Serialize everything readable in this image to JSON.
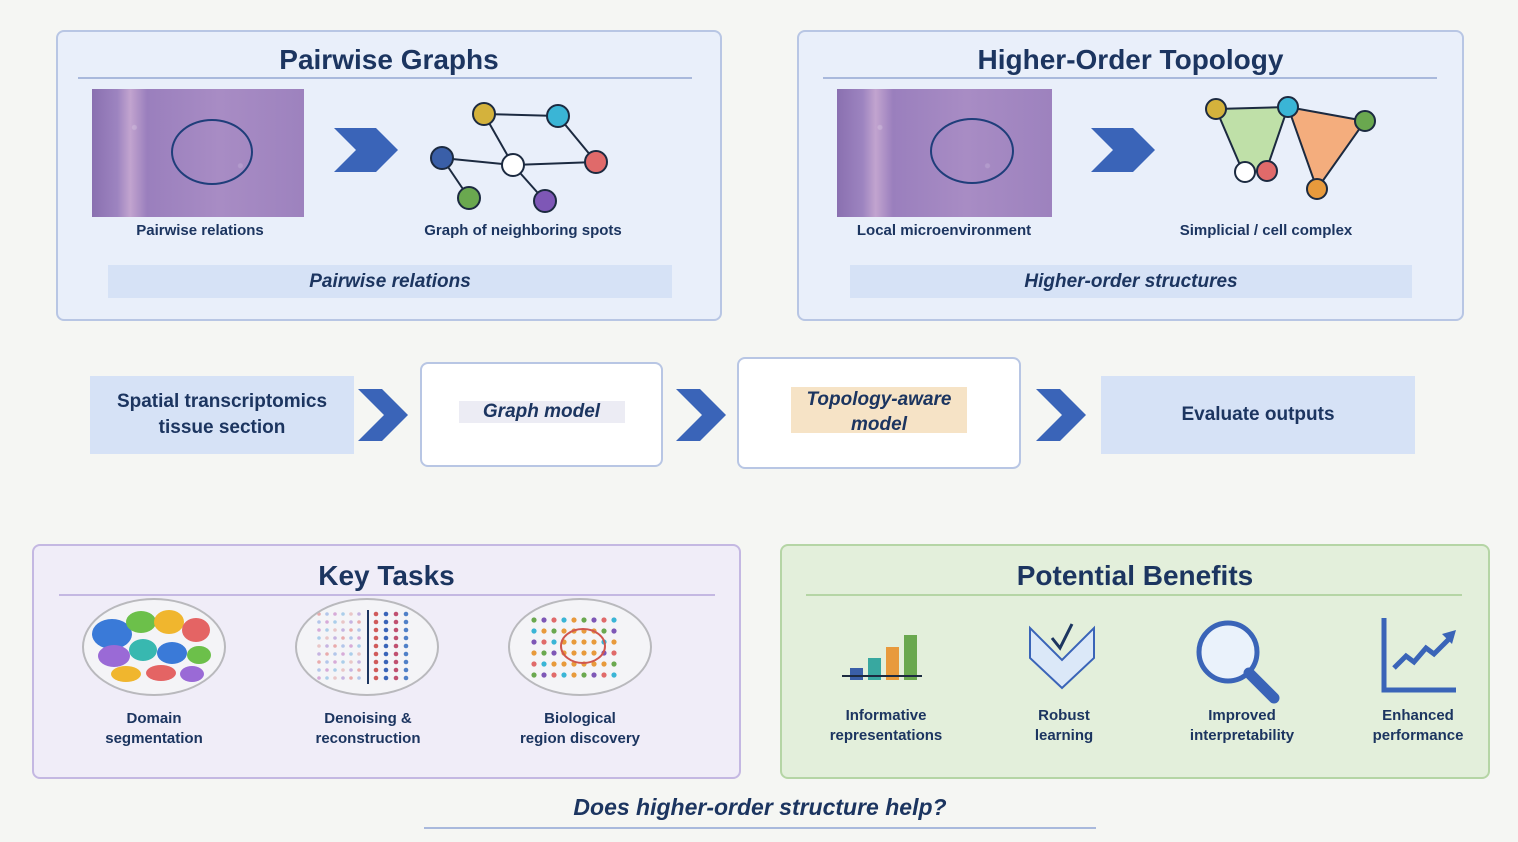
{
  "top_left": {
    "title": "Pairwise Graphs",
    "caption_left": "Pairwise relations",
    "caption_right": "Graph of neighboring spots",
    "band": "Pairwise relations"
  },
  "top_right": {
    "title": "Higher-Order Topology",
    "caption_left": "Local microenvironment",
    "caption_right": "Simplicial / cell complex",
    "band": "Higher-order structures"
  },
  "flow": {
    "step1_line1": "Spatial transcriptomics",
    "step1_line2": "tissue section",
    "step2": "Graph model",
    "step3_line1": "Topology-aware",
    "step3_line2": "model",
    "step4": "Evaluate outputs"
  },
  "tasks": {
    "title": "Key Tasks",
    "items": [
      {
        "line1": "Domain",
        "line2": "segmentation"
      },
      {
        "line1": "Denoising &",
        "line2": "reconstruction"
      },
      {
        "line1": "Biological",
        "line2": "region discovery"
      }
    ]
  },
  "benefits": {
    "title": "Potential Benefits",
    "items": [
      {
        "line1": "Informative",
        "line2": "representations",
        "icon": "bar-chart-icon"
      },
      {
        "line1": "Robust",
        "line2": "learning",
        "icon": "shield-check-icon"
      },
      {
        "line1": "Improved",
        "line2": "interpretability",
        "icon": "magnifier-icon"
      },
      {
        "line1": "Enhanced",
        "line2": "performance",
        "icon": "trend-chart-icon"
      }
    ]
  },
  "footer": {
    "question": "Does higher-order structure help?"
  },
  "colors": {
    "navy": "#1c3560",
    "arrow": "#3a64b8",
    "panel_blue": "#e9effa",
    "panel_purple": "#f0edf8",
    "panel_green": "#e3efdb",
    "yellow": "#d4b23c",
    "cyan": "#3ab5d6",
    "red": "#e06a6a",
    "blue": "#3a5fa8",
    "green": "#6aa84f",
    "purple": "#7e57b6",
    "orange": "#e89a3c"
  }
}
